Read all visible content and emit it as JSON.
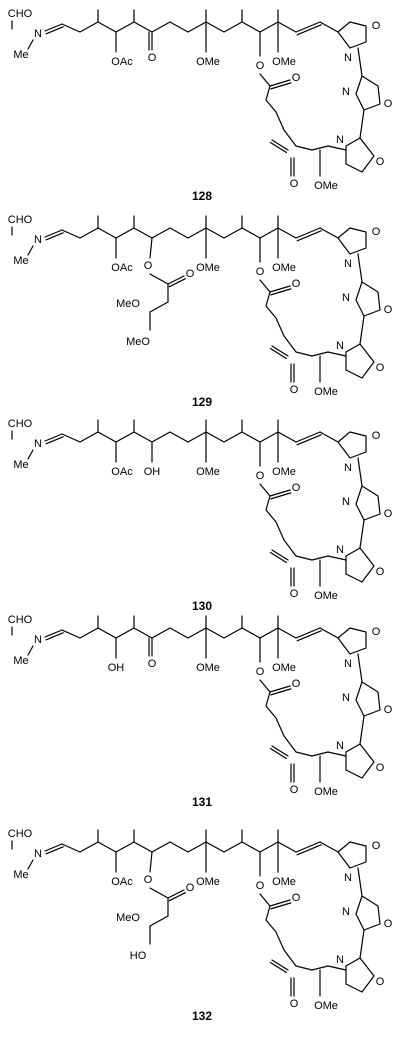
{
  "figure": {
    "line_color": "#000000",
    "background": "#ffffff"
  },
  "compounds": [
    {
      "id": "128",
      "labels": {
        "cho": "CHO",
        "n": "N",
        "me_n": "Me",
        "oac": "OAc",
        "ketone_o": "O",
        "ome_1": "OMe",
        "ome_2": "OMe",
        "ester_o": "O",
        "carbonyl_o": "O",
        "ox1_o": "O",
        "ox1_n": "N",
        "ox2_o": "O",
        "ox2_n": "N",
        "ox3_n": "N",
        "ox3_o": "O",
        "ring_ketone_o": "O",
        "ome_3": "OMe"
      }
    },
    {
      "id": "129",
      "labels": {
        "cho": "CHO",
        "n": "N",
        "me_n": "Me",
        "oac": "OAc",
        "o_side": "O",
        "side_carbonyl_o": "O",
        "side_meo": "MeO",
        "side_meo_2": "MeO",
        "ome_1": "OMe",
        "ome_2": "OMe",
        "ester_o": "O",
        "carbonyl_o": "O",
        "ox1_o": "O",
        "ox1_n": "N",
        "ox2_o": "O",
        "ox2_n": "N",
        "ox3_n": "N",
        "ox3_o": "O",
        "ring_ketone_o": "O",
        "ome_3": "OMe"
      }
    },
    {
      "id": "130",
      "labels": {
        "cho": "CHO",
        "n": "N",
        "me_n": "Me",
        "oac": "OAc",
        "oh": "OH",
        "ome_1": "OMe",
        "ome_2": "OMe",
        "ester_o": "O",
        "carbonyl_o": "O",
        "ox1_o": "O",
        "ox1_n": "N",
        "ox2_o": "O",
        "ox2_n": "N",
        "ox3_n": "N",
        "ox3_o": "O",
        "ring_ketone_o": "O",
        "ome_3": "OMe"
      }
    },
    {
      "id": "131",
      "labels": {
        "cho": "CHO",
        "n": "N",
        "me_n": "Me",
        "oh": "OH",
        "ketone_o": "O",
        "ome_1": "OMe",
        "ome_2": "OMe",
        "ester_o": "O",
        "carbonyl_o": "O",
        "ox1_o": "O",
        "ox1_n": "N",
        "ox2_o": "O",
        "ox2_n": "N",
        "ox3_n": "N",
        "ox3_o": "O",
        "ring_ketone_o": "O",
        "ome_3": "OMe"
      }
    },
    {
      "id": "132",
      "labels": {
        "cho": "CHO",
        "n": "N",
        "me_n": "Me",
        "oac": "OAc",
        "o_side": "O",
        "side_carbonyl_o": "O",
        "side_meo": "MeO",
        "side_ho": "HO",
        "ome_1": "OMe",
        "ome_2": "OMe",
        "ester_o": "O",
        "carbonyl_o": "O",
        "ox1_o": "O",
        "ox1_n": "N",
        "ox2_o": "O",
        "ox2_n": "N",
        "ox3_n": "N",
        "ox3_o": "O",
        "ring_ketone_o": "O",
        "ome_3": "OMe"
      }
    }
  ]
}
